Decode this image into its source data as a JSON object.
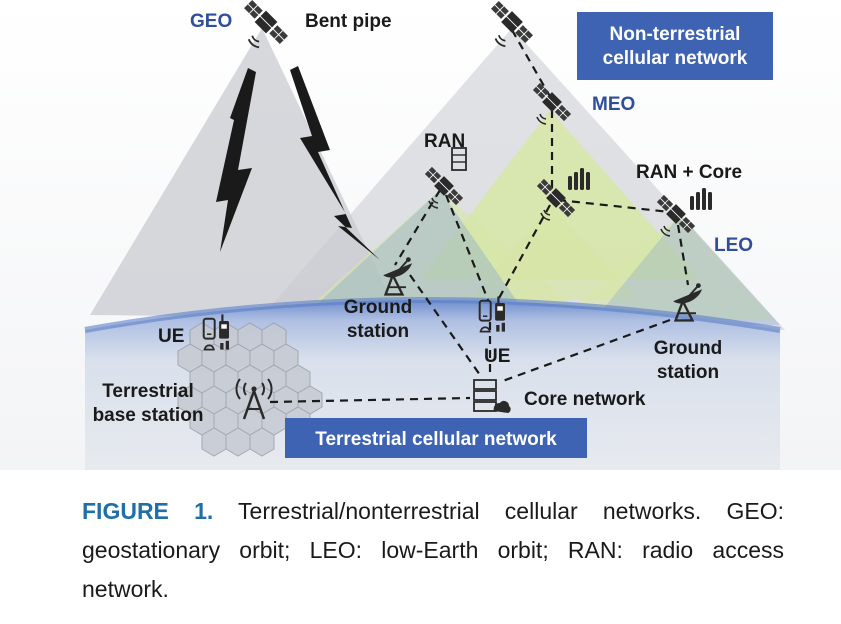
{
  "labels": {
    "geo": "GEO",
    "bent_pipe": "Bent pipe",
    "non_terrestrial_line1": "Non-terrestrial",
    "non_terrestrial_line2": "cellular network",
    "meo": "MEO",
    "ran": "RAN",
    "ran_core": "RAN + Core",
    "leo": "LEO",
    "ground_station_left_1": "Ground",
    "ground_station_left_2": "station",
    "ground_station_right_1": "Ground",
    "ground_station_right_2": "station",
    "ue_left": "UE",
    "ue_center": "UE",
    "terrestrial_bs_1": "Terrestrial",
    "terrestrial_bs_2": "base station",
    "core_network": "Core network",
    "terrestrial_network": "Terrestrial cellular network"
  },
  "caption": {
    "figure_label": "FIGURE 1.",
    "text": " Terrestrial/nonterrestrial cellular networks. GEO: geostationary orbit; LEO: low-Earth orbit; RAN: radio access network."
  },
  "colors": {
    "box_blue": "#3e63b2",
    "label_blue": "#2f4f9a",
    "caption_blue": "#1f6fa8",
    "beam_green": "#d7e6a6",
    "beam_grey": "#c9cbd0"
  }
}
